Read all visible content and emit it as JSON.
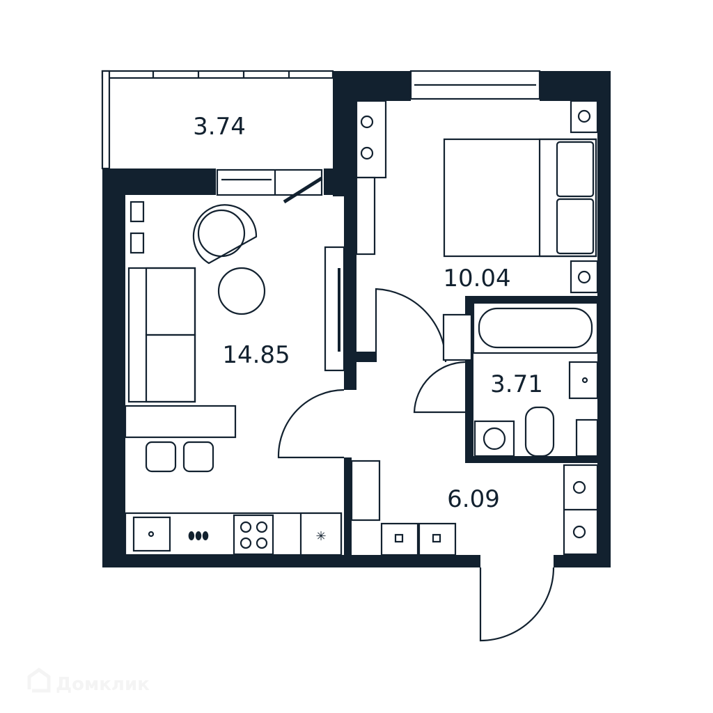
{
  "plan": {
    "rooms": [
      {
        "id": "balcony",
        "area": "3.74"
      },
      {
        "id": "bedroom",
        "area": "10.04"
      },
      {
        "id": "living-kitchen",
        "area": "14.85"
      },
      {
        "id": "bathroom",
        "area": "3.71"
      },
      {
        "id": "hallway",
        "area": "6.09"
      }
    ]
  },
  "colors": {
    "wall": "#12212f",
    "background": "#ffffff"
  },
  "watermark": {
    "text": "Домклик"
  }
}
